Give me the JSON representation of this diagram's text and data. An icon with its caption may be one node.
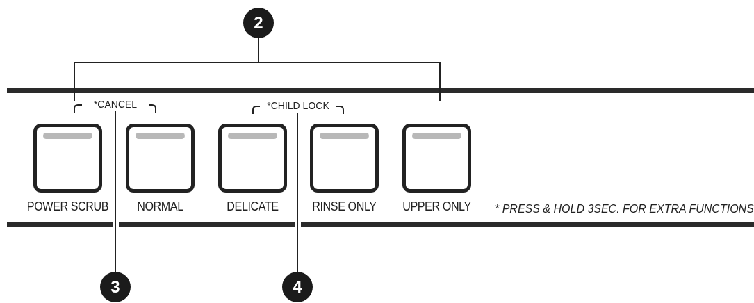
{
  "diagram": {
    "nodes": [
      {
        "text": [
          "2"
        ]
      },
      {
        "text": [
          "*CANCEL"
        ]
      },
      {
        "text": [
          "*CHILD LOCK"
        ]
      },
      {
        "text": [
          "POWER SCRUB"
        ]
      },
      {
        "text": [
          "NORMAL"
        ]
      },
      {
        "text": [
          "DELICATE"
        ]
      },
      {
        "text": [
          "RINSE ONLY"
        ]
      },
      {
        "text": [
          "UPPER ONLY"
        ]
      },
      {
        "text": [
          "3"
        ]
      },
      {
        "text": [
          "4"
        ]
      }
    ],
    "edges": [
      {
        "from": 0,
        "to": null,
        "arrow": "none"
      },
      {
        "from": 8,
        "to": 1,
        "arrow": "none"
      },
      {
        "from": 9,
        "to": 2,
        "arrow": "none"
      }
    ],
    "labels": [
      "* PRESS & HOLD 3SEC. FOR EXTRA FUNCTIONS"
    ]
  }
}
